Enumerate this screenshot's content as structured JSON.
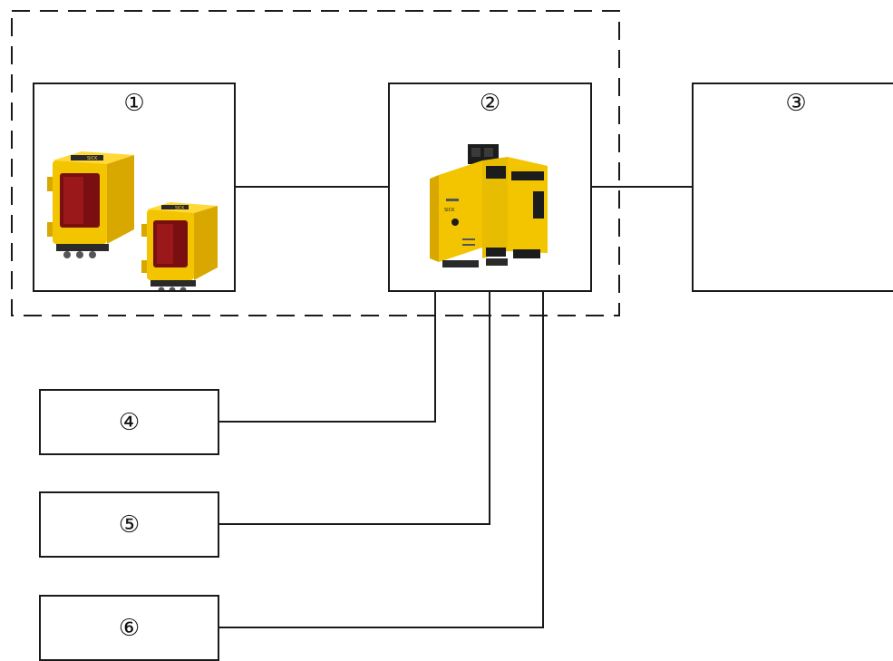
{
  "labels": {
    "b1": "①",
    "b2": "②",
    "b3": "③",
    "b4": "④",
    "b5": "⑤",
    "b6": "⑥"
  },
  "devices": {
    "brand": "SICK"
  },
  "colors": {
    "line": "#1a1a1a",
    "device_yellow": "#f2c500",
    "device_black": "#1c1c1c",
    "scanner_window": "#7a0f12"
  }
}
